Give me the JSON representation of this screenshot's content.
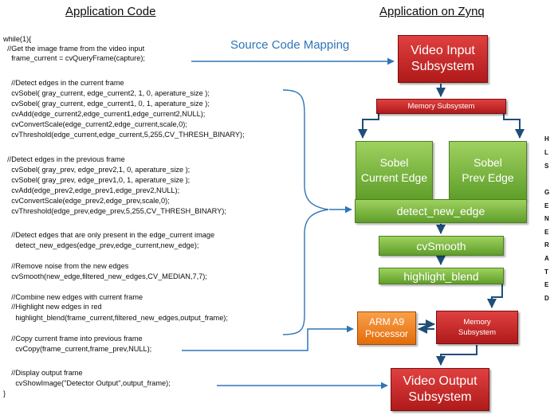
{
  "titles": {
    "left": "Application Code",
    "right": "Application on Zynq"
  },
  "mapping_label": "Source Code Mapping",
  "code_lines": [
    "while(1){",
    "  //Get the image frame from the video input",
    "    frame_current = cvQueryFrame(capture);",
    "",
    "    //Detect edges in the current frame",
    "    cvSobel( gray_current, edge_current2, 1, 0, aperature_size );",
    "    cvSobel( gray_current, edge_current1, 0, 1, aperature_size );",
    "    cvAdd(edge_current2,edge_current1,edge_current2,NULL);",
    "    cvConvertScale(edge_current2,edge_current,scale,0);",
    "    cvThreshold(edge_current,edge_current,5,255,CV_THRESH_BINARY);",
    "",
    "  //Detect edges in the previous frame",
    "    cvSobel( gray_prev, edge_prev2,1, 0, aperature_size );",
    "    cvSobel( gray_prev, edge_prev1,0, 1, aperature_size );",
    "    cvAdd(edge_prev2,edge_prev1,edge_prev2,NULL);",
    "    cvConvertScale(edge_prev2,edge_prev,scale,0);",
    "    cvThreshold(edge_prev,edge_prev,5,255,CV_THRESH_BINARY);",
    "",
    "    //Detect edges that are only present in the edge_current image",
    "      detect_new_edges(edge_prev,edge_current,new_edge);",
    "",
    "    //Remove noise from the new edges",
    "    cvSmooth(new_edge,filtered_new_edges,CV_MEDIAN,7,7);",
    "",
    "    //Combine new edges with current frame",
    "    //Highlight new edges in red",
    "      highlight_blend(frame_current,filtered_new_edges,output_frame);",
    "",
    "    //Copy current frame into previous frame",
    "      cvCopy(frame_current,frame_prev,NULL);",
    "",
    "    //Display output frame",
    "      cvShowImage(\"Detector Output\",output_frame);",
    "}"
  ],
  "blocks": {
    "video_input": "Video Input\nSubsystem",
    "memory_top": "Memory Subsystem",
    "sobel_current": "Sobel\nCurrent Edge",
    "sobel_prev": "Sobel\nPrev Edge",
    "detect_new_edge": "detect_new_edge",
    "cvsmooth": "cvSmooth",
    "highlight_blend": "highlight_blend",
    "arm": "ARM A9\nProcessor",
    "memory_bottom": "Memory\nSubsystem",
    "video_output": "Video Output\nSubsystem"
  },
  "hls_letters": [
    "H",
    "L",
    "S",
    "",
    "G",
    "E",
    "N",
    "E",
    "R",
    "A",
    "T",
    "E",
    "D"
  ],
  "colors": {
    "arrow": "#2e75b6",
    "red_block": "#c0262a",
    "green_block": "#7ab648",
    "orange_block": "#f08a2c"
  }
}
